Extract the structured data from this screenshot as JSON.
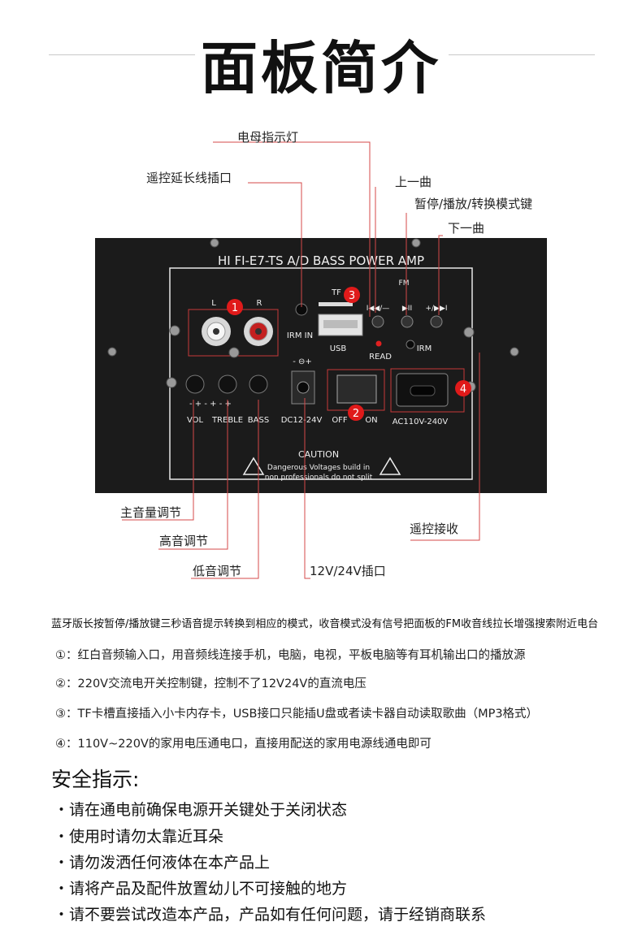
{
  "header": {
    "title": "面板简介"
  },
  "panel": {
    "model": "HI FI-E7-TS A/D  BASS POWER AMP",
    "channel_l": "L",
    "channel_r": "R",
    "irm_in": "IRM IN",
    "tf": "TF",
    "usb": "USB",
    "read": "READ",
    "fm": "FM",
    "prev_btn": "I◀◀/—",
    "play_btn": "▶II",
    "next_btn": "+/▶▶I",
    "irm": "IRM",
    "knobs": [
      "VOL",
      "TREBLE",
      "BASS"
    ],
    "dc_polarity": "- ⊖+",
    "dc_label": "DC12-24V",
    "off": "OFF",
    "on": "ON",
    "ac_label": "AC110V-240V",
    "caution_title": "CAUTION",
    "caution_line1": "Dangerous Voltages build in",
    "caution_line2": "non professionals do not split",
    "badges": [
      "1",
      "2",
      "3",
      "4"
    ]
  },
  "callouts": {
    "power_led": "电母指示灯",
    "remote_ext": "遥控延长线插口",
    "prev_track": "上一曲",
    "play_pause": "暂停/播放/转换模式键",
    "next_track": "下一曲",
    "main_volume": "主音量调节",
    "treble": "高音调节",
    "bass": "低音调节",
    "dc_input": "12V/24V插口",
    "remote_rx": "遥控接收"
  },
  "description": {
    "intro": "蓝牙版长按暂停/播放键三秒语音提示转换到相应的模式，收音模式没有信号把面板的FM收音线拉长增强搜索附近电台",
    "items": [
      "①：红白音频输入口，用音频线连接手机，电脑，电视，平板电脑等有耳机输出口的播放源",
      "②：220V交流电开关控制键，控制不了12V24V的直流电压",
      "③：TF卡槽直接插入小卡内存卡，USB接口只能插U盘或者读卡器自动读取歌曲（MP3格式）",
      "④：110V~220V的家用电压通电口，直接用配送的家用电源线通电即可"
    ]
  },
  "safety": {
    "title": "安全指示:",
    "items": [
      "・请在通电前确保电源开关键处于关闭状态",
      "・使用时请勿太靠近耳朵",
      "・请勿泼洒任何液体在本产品上",
      "・请将产品及配件放置幼儿不可接触的地方",
      "・请不要尝试改造本产品，产品如有任何问题，请于经销商联系"
    ]
  },
  "colors": {
    "panel_bg": "#1b1b1b",
    "callout_line": "#d44a4a",
    "badge": "#e01a1a",
    "led": "#e02020"
  }
}
